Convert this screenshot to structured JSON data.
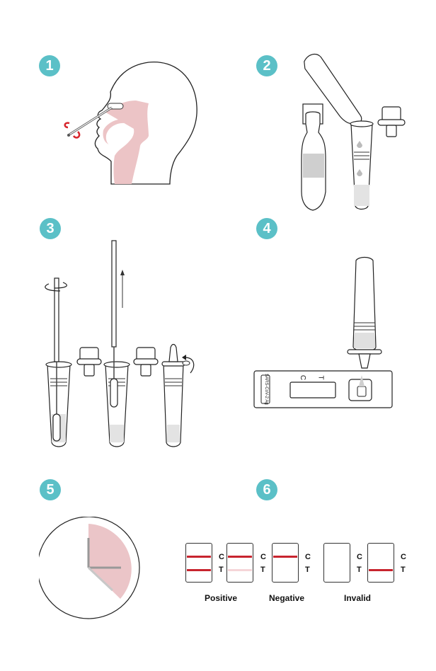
{
  "steps": [
    {
      "number": "1",
      "name": "nasal-swab-collection"
    },
    {
      "number": "2",
      "name": "add-buffer-to-tube"
    },
    {
      "number": "3",
      "name": "rotate-swab-and-cap"
    },
    {
      "number": "4",
      "name": "apply-drops-to-cassette"
    },
    {
      "number": "5",
      "name": "wait-timer"
    },
    {
      "number": "6",
      "name": "read-results"
    }
  ],
  "colors": {
    "badge": "#5bc0c7",
    "tissue_pink": "#ecc4c6",
    "result_red": "#c8242e",
    "faint_red": "#f5d5d8",
    "liquid_gray": "#d9d9d9",
    "timer_pink": "#ebc5c8"
  },
  "cassette": {
    "brand_label": "SARS-CoV-2 Ag",
    "c_label": "C",
    "t_label": "T"
  },
  "results": {
    "line_labels": {
      "c": "C",
      "t": "T"
    },
    "groups": [
      {
        "label": "Positive",
        "strips": [
          {
            "c": "strong",
            "t": "strong"
          },
          {
            "c": "strong",
            "t": "faint"
          }
        ]
      },
      {
        "label": "Negative",
        "strips": [
          {
            "c": "strong",
            "t": "none"
          }
        ]
      },
      {
        "label": "Invalid",
        "strips": [
          {
            "c": "none",
            "t": "none"
          },
          {
            "c": "none",
            "t": "strong"
          }
        ]
      }
    ]
  }
}
